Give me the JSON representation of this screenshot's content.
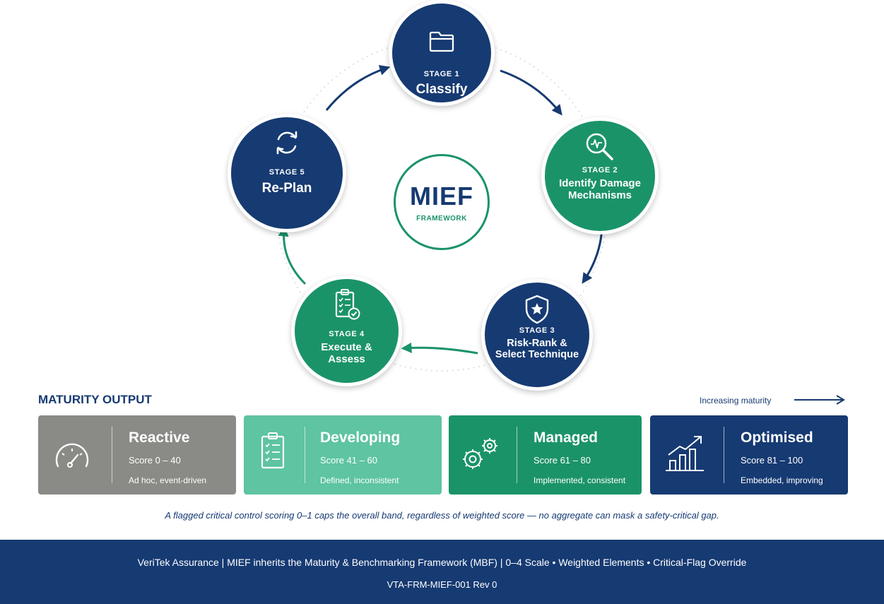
{
  "colors": {
    "navy": "#163a72",
    "green": "#1b9369",
    "reactive": "#8a8a86",
    "developing": "#5ec4a1",
    "managed": "#1b9369",
    "optimised": "#163a72"
  },
  "center": {
    "title": "MIEF",
    "subtitle": "FRAMEWORK"
  },
  "stages": [
    {
      "number": "STAGE 1",
      "title_lines": [
        "Classify"
      ],
      "icon": "folder-icon",
      "color": "navy"
    },
    {
      "number": "STAGE 2",
      "title_lines": [
        "Identify Damage",
        "Mechanisms"
      ],
      "icon": "magnifier-icon",
      "color": "green"
    },
    {
      "number": "STAGE 3",
      "title_lines": [
        "Risk-Rank &",
        "Select Technique"
      ],
      "icon": "shield-icon",
      "color": "navy"
    },
    {
      "number": "STAGE 4",
      "title_lines": [
        "Execute &",
        "Assess"
      ],
      "icon": "clipboard-check-icon",
      "color": "green"
    },
    {
      "number": "STAGE 5",
      "title_lines": [
        "Re-Plan"
      ],
      "icon": "refresh-icon",
      "color": "navy"
    }
  ],
  "maturity": {
    "heading": "MATURITY OUTPUT",
    "arrow_label": "Increasing maturity",
    "levels": [
      {
        "title": "Reactive",
        "score": "Score 0 – 40",
        "desc": "Ad hoc, event-driven",
        "icon": "gauge-icon"
      },
      {
        "title": "Developing",
        "score": "Score 41 – 60",
        "desc": "Defined, inconsistent",
        "icon": "checklist-icon"
      },
      {
        "title": "Managed",
        "score": "Score 61 – 80",
        "desc": "Implemented, consistent",
        "icon": "gears-icon"
      },
      {
        "title": "Optimised",
        "score": "Score 81 – 100",
        "desc": "Embedded, improving",
        "icon": "growth-chart-icon"
      }
    ]
  },
  "footnote": "A flagged critical control scoring 0–1 caps the overall band, regardless of weighted score — no aggregate can mask a safety-critical gap.",
  "footer": {
    "line1": "VeriTek Assurance | MIEF inherits the Maturity & Benchmarking Framework (MBF) | 0–4 Scale • Weighted Elements • Critical-Flag Override",
    "line2": "VTA-FRM-MIEF-001 Rev 0"
  }
}
